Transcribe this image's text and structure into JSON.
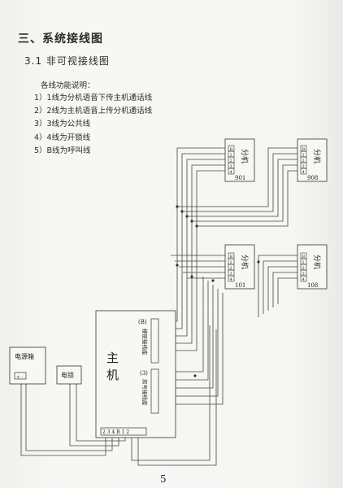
{
  "section_title": "三、系统接线图",
  "sub_title": "3.1   非可视接线图",
  "desc_title": "各线功能说明：",
  "line_items": [
    "1）1线为分机语音下传主机通话线",
    "2）2线为主机语音上传分机通话线",
    "3）3线为公共线",
    "4）4线为开锁线",
    "5）B线为呼叫线"
  ],
  "diagram": {
    "power_box_label": "电源箱",
    "lock_label": "电锁",
    "host_label": "主机",
    "host_floor_connector": {
      "tag": "(B)",
      "label": "楼层接线座"
    },
    "host_room_connector": {
      "tag": "(3)",
      "label": "房号接线座"
    },
    "host_bottom_terminals": "2 3 4 B 1 2",
    "extensions": [
      {
        "label": "分机",
        "number": "901"
      },
      {
        "label": "分机",
        "number": "908"
      },
      {
        "label": "分机",
        "number": "101"
      },
      {
        "label": "分机",
        "number": "108"
      }
    ],
    "terminal_pins": [
      "B",
      "1",
      "2",
      "3",
      "4"
    ]
  },
  "page_number": "5"
}
